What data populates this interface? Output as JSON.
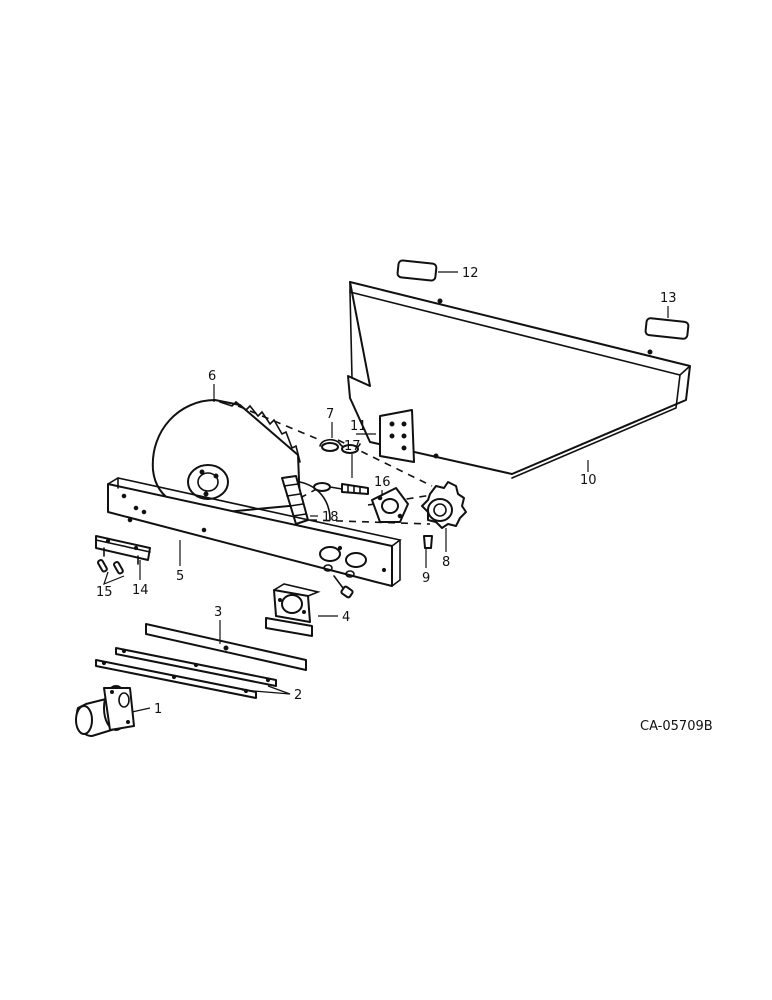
{
  "figure_code": "CA-05709B",
  "labels": {
    "p1": "1",
    "p2": "2",
    "p3": "3",
    "p4": "4",
    "p5": "5",
    "p6": "6",
    "p7": "7",
    "p8": "8",
    "p9": "9",
    "p10": "10",
    "p11": "11",
    "p12": "12",
    "p13": "13",
    "p14": "14",
    "p15": "15",
    "p16": "16",
    "p17": "17",
    "p18": "18"
  }
}
